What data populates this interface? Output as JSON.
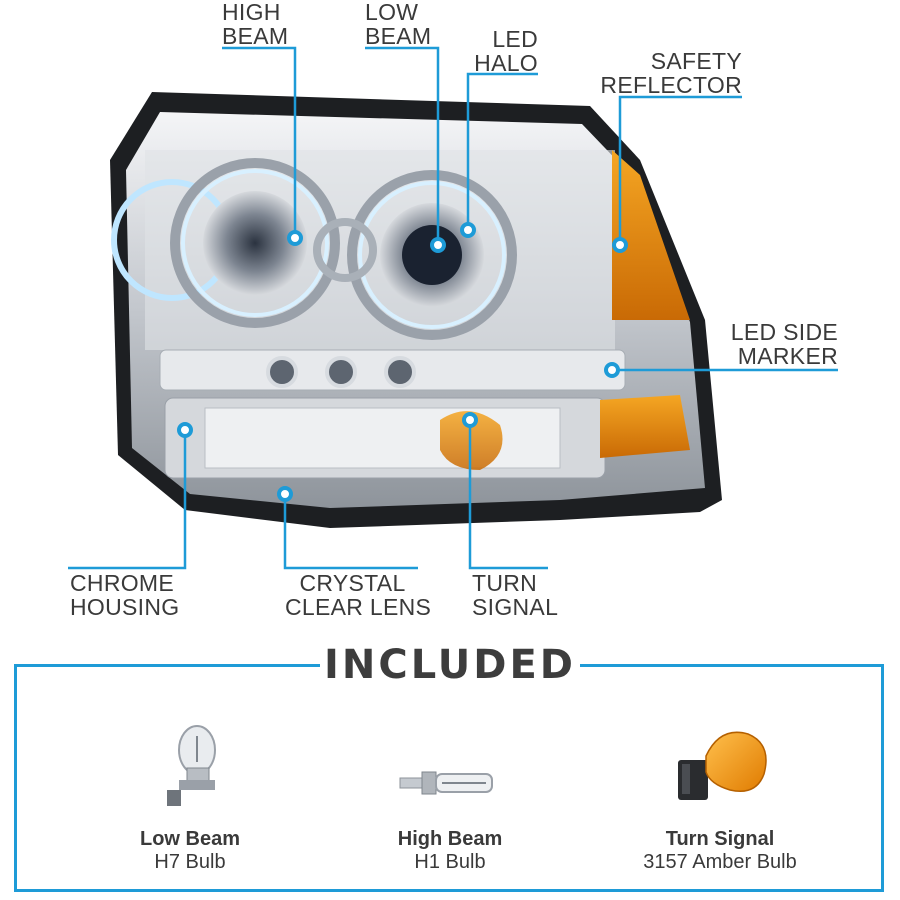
{
  "callouts": {
    "high_beam": [
      "HIGH",
      "BEAM"
    ],
    "low_beam": [
      "LOW",
      "BEAM"
    ],
    "led_halo": [
      "LED",
      "HALO"
    ],
    "safety_reflector": [
      "SAFETY",
      "REFLECTOR"
    ],
    "led_side_marker": [
      "LED SIDE",
      "MARKER"
    ],
    "chrome_housing": [
      "CHROME",
      "HOUSING"
    ],
    "crystal_clear_lens": [
      "CRYSTAL",
      "CLEAR LENS"
    ],
    "turn_signal": [
      "TURN",
      "SIGNAL"
    ]
  },
  "included": {
    "title": "INCLUDED",
    "items": [
      {
        "name": "Low Beam",
        "type": "H7 Bulb"
      },
      {
        "name": "High Beam",
        "type": "H1 Bulb"
      },
      {
        "name": "Turn Signal",
        "type": "3157 Amber Bulb"
      }
    ]
  },
  "colors": {
    "accent": "#1e9bd7",
    "amber": "#e88a10",
    "chrome": "#c9cdd2"
  }
}
